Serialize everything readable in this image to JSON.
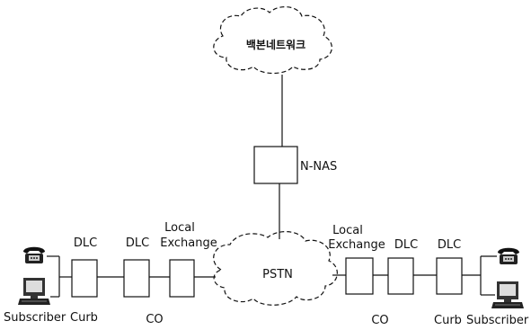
{
  "nodes": {
    "backbone_cloud": {
      "label": "백본네트워크"
    },
    "pstn_cloud": {
      "label": "PSTN"
    },
    "nnas_box": {
      "label": "N-NAS"
    }
  },
  "left_side": {
    "dlc_curb_label": "DLC",
    "dlc_co_label": "DLC",
    "local_exchange_line1": "Local",
    "local_exchange_line2": "Exchange",
    "subscriber_label": "Subscriber",
    "curb_label": "Curb",
    "co_label": "CO"
  },
  "right_side": {
    "local_exchange_line1": "Local",
    "local_exchange_line2": "Exchange",
    "dlc_co_label": "DLC",
    "dlc_curb_label": "DLC",
    "co_label": "CO",
    "curb_label": "Curb",
    "subscriber_label": "Subscriber"
  },
  "icons": {
    "left_phone": "telephone-icon",
    "left_computer": "computer-icon",
    "right_phone": "telephone-icon",
    "right_computer": "computer-icon"
  },
  "colors": {
    "line": "#111111",
    "background": "#ffffff"
  }
}
